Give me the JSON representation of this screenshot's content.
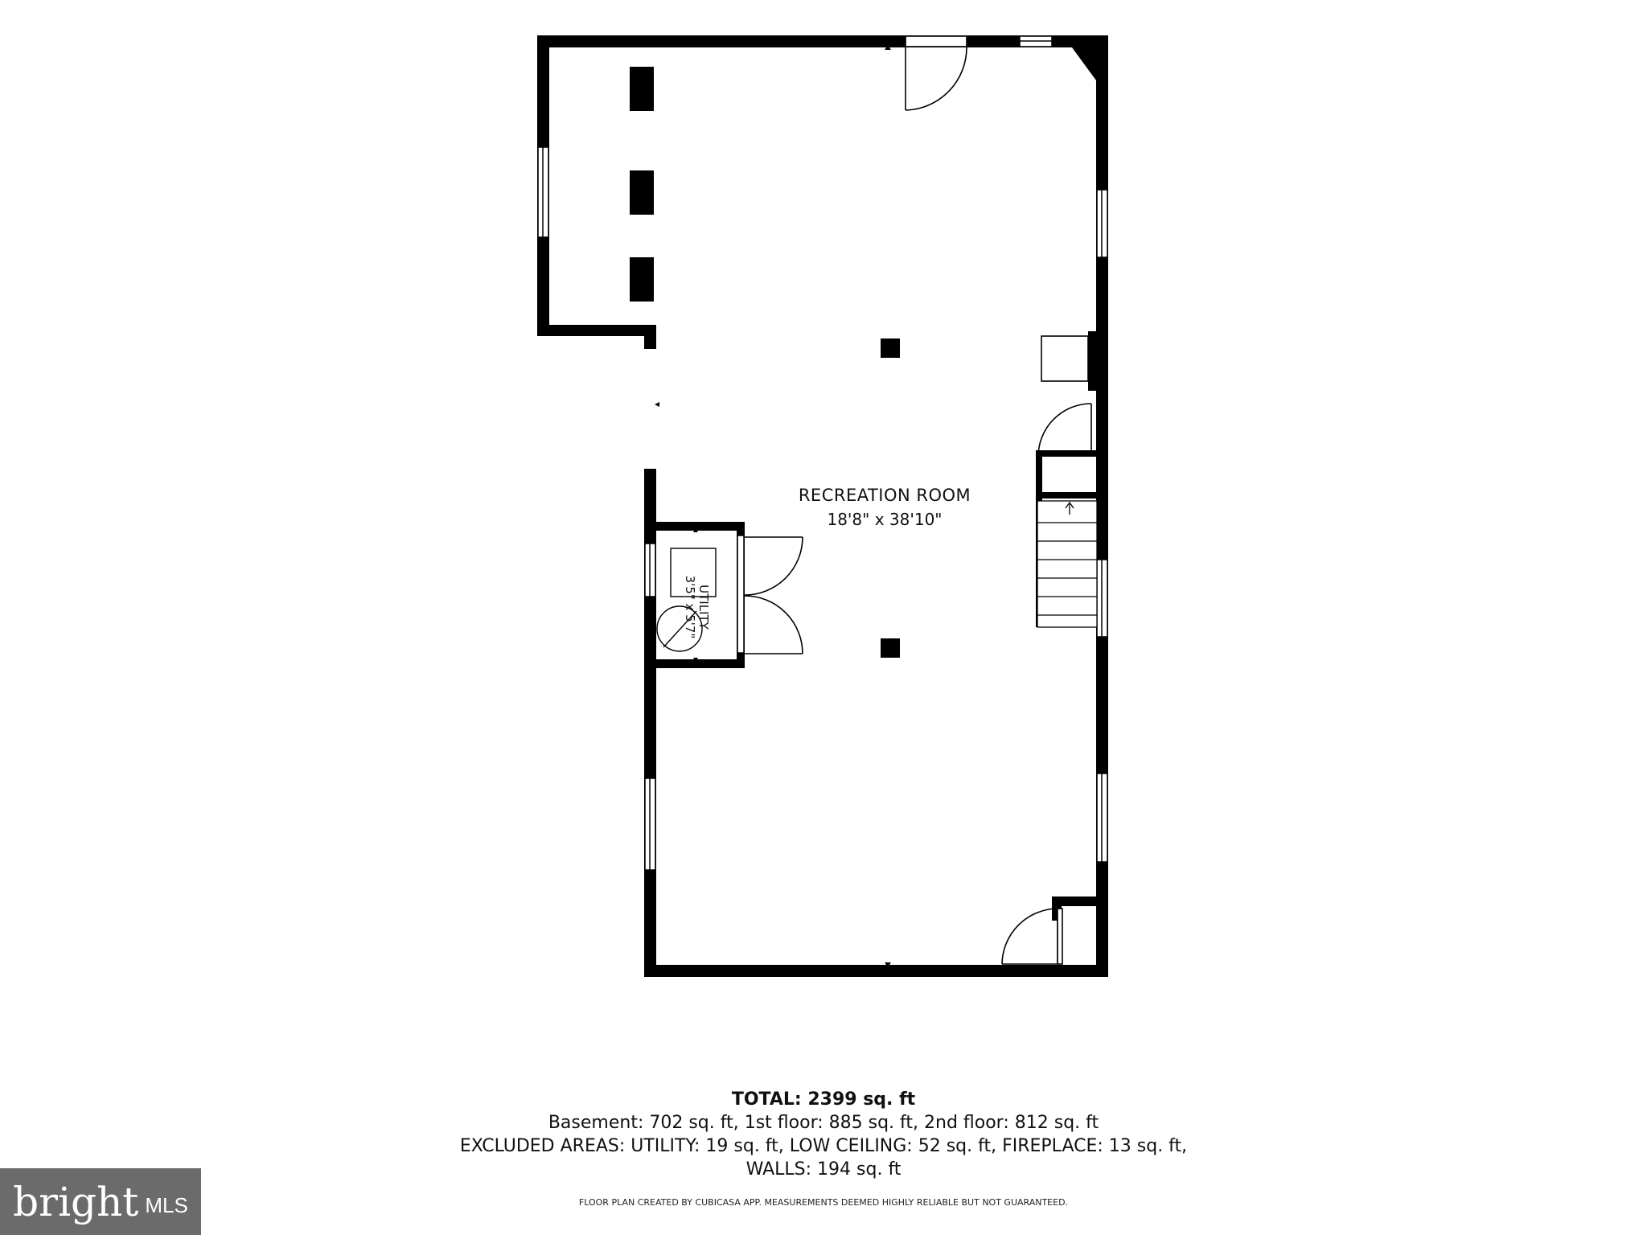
{
  "room": {
    "name": "RECREATION ROOM",
    "dimensions": "18'8\" x 38'10\""
  },
  "utility": {
    "name": "UTILITY",
    "dimensions": "3'5\" x 5'7\""
  },
  "summary": {
    "total": "TOTAL: 2399 sq. ft",
    "line1": "Basement: 702 sq. ft, 1st floor: 885 sq. ft, 2nd floor: 812 sq. ft",
    "line2": "EXCLUDED AREAS: UTILITY: 19 sq. ft, LOW CEILING: 52 sq. ft, FIREPLACE: 13 sq. ft,",
    "line3": "WALLS: 194 sq. ft"
  },
  "disclaimer": "FLOOR PLAN CREATED BY CUBICASA APP. MEASUREMENTS DEEMED HIGHLY RELIABLE BUT NOT GUARANTEED.",
  "logo": {
    "brand": "bright",
    "suffix": "MLS"
  },
  "colors": {
    "wall": "#000000",
    "logo_bg": "#6b6b6b",
    "logo_accent": "#e0312b"
  }
}
